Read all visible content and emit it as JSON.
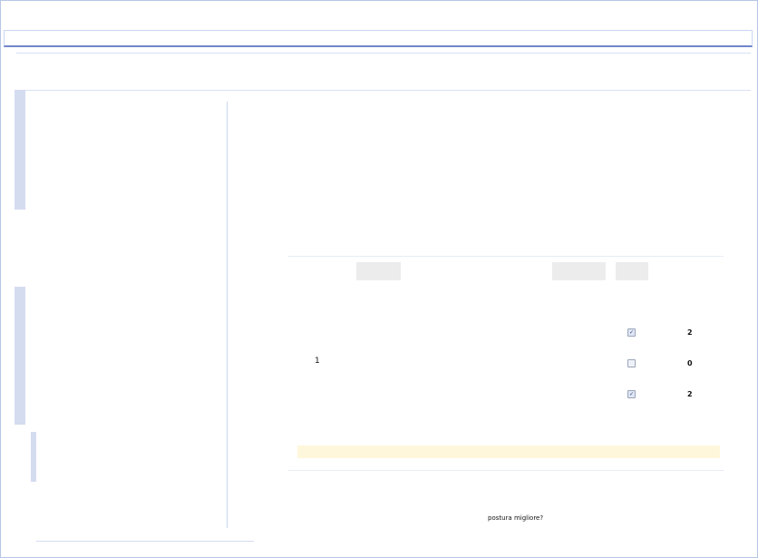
{
  "rows": [
    {
      "checked": "✓",
      "count": "2"
    },
    {
      "checked": "",
      "count": "0"
    },
    {
      "checked": "✓",
      "count": "2"
    }
  ],
  "group_number": "1",
  "question_text": "postura migliore?",
  "colors": {
    "border": "#b8c7e6",
    "sidebar": "#d4dcf0",
    "highlight": "#fff7dc",
    "header_gray": "#ececec"
  }
}
